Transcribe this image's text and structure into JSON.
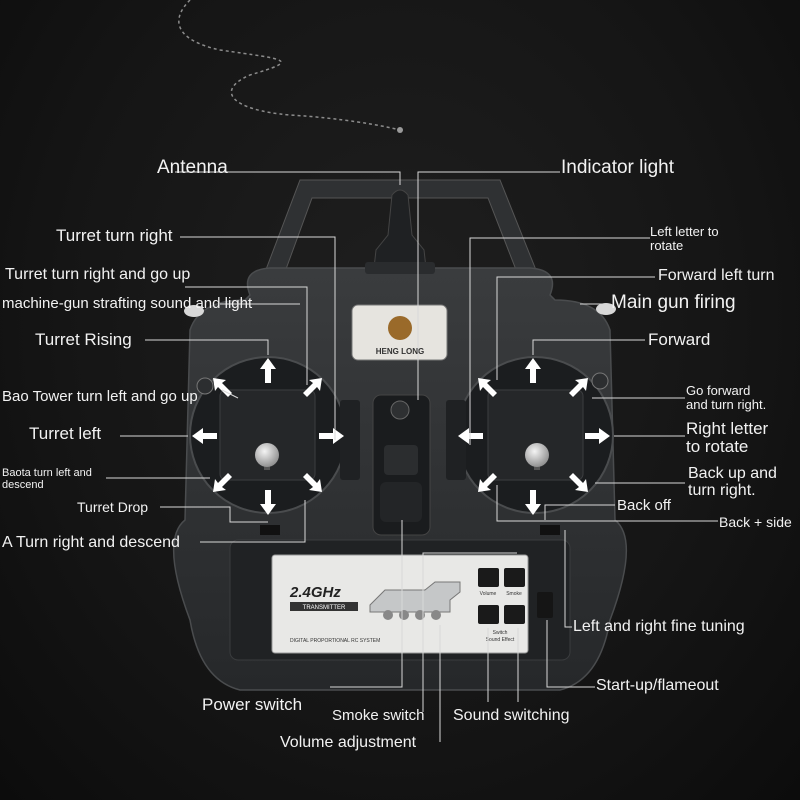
{
  "labels": {
    "antenna": "Antenna",
    "indicator_light": "Indicator light",
    "turret_turn_right": "Turret turn right",
    "left_letter_rotate": "Left letter to\nrotate",
    "turret_turn_right_go_up": "Turret turn right and go up",
    "forward_left_turn": "Forward left turn",
    "mg_sound_light": "machine-gun strafting sound and light",
    "main_gun_firing": "Main gun firing",
    "turret_rising": "Turret Rising",
    "forward": "Forward",
    "bao_tower_left_up": "Bao Tower turn left and go up",
    "go_forward_turn_right": "Go forward\nand turn right.",
    "turret_left": "Turret left",
    "right_letter_rotate": "Right letter\nto rotate",
    "baota_left_descend": "Baota turn left and\ndescend",
    "back_up_turn_right": "Back up and\nturn right.",
    "turret_drop": "Turret Drop",
    "back_off": "Back off",
    "back_side": "Back + side",
    "a_turn_right_descend": "A Turn right and descend",
    "left_right_fine_tuning": "Left and right fine tuning",
    "start_up_flameout": "Start-up/flameout",
    "power_switch": "Power switch",
    "smoke_switch": "Smoke switch",
    "sound_switching": "Sound switching",
    "volume_adjustment": "Volume adjustment"
  },
  "device": {
    "brand": "HENG LONG",
    "band": "2.4GHz",
    "transmitter": "TRANSMITTER",
    "system": "DIGITAL PROPORTIONAL RC SYSTEM",
    "volume_btn": "Volume",
    "smoke_btn": "Smoke",
    "switch_caption": "Switch\nSound Effect"
  },
  "colors": {
    "background": "#151515",
    "body": "#2c2e30",
    "leader_line": "#d8d8d8",
    "text": "#f2f2f2",
    "panel": "#e8e8e6"
  }
}
